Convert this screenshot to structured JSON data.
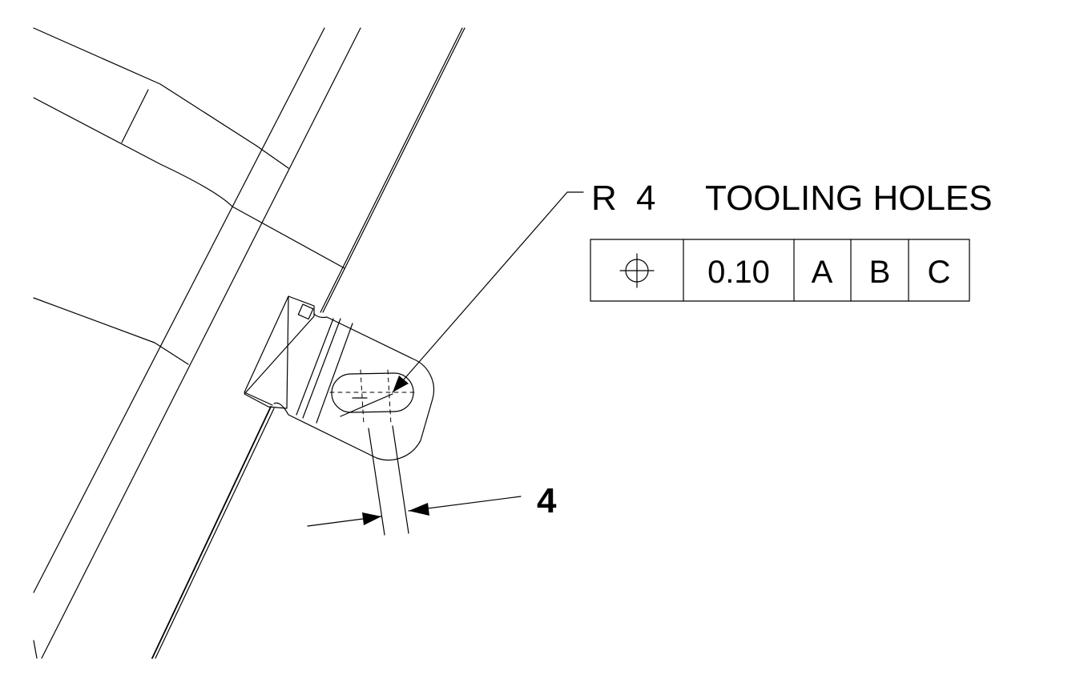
{
  "callout": {
    "prefix": "R",
    "radius": "4",
    "description": "TOOLING HOLES"
  },
  "feature_control_frame": {
    "symbol": "position-icon",
    "tolerance": "0.10",
    "datums": [
      "A",
      "B",
      "C"
    ]
  },
  "dimension": {
    "value": "4"
  },
  "colors": {
    "line": "#000000",
    "background": "#ffffff"
  }
}
